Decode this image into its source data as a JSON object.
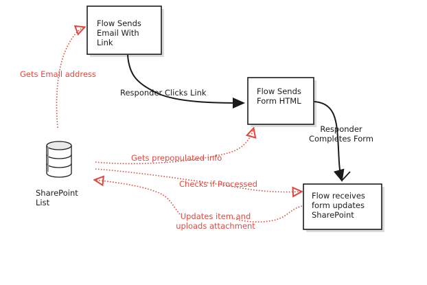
{
  "colors": {
    "ink": "#1a1a1a",
    "accent_red": "#e0493e",
    "box_shadow": "#bdbdbd"
  },
  "nodes": {
    "email_box": {
      "label": "Flow Sends\nEmail With\nLink"
    },
    "html_box": {
      "label": "Flow Sends\nForm HTML"
    },
    "receive_box": {
      "label": "Flow receives\nform updates\nSharePoint"
    },
    "sharepoint": {
      "label": "SharePoint\nList",
      "icon": "database-icon"
    }
  },
  "edges": {
    "gets_email": "Gets Email address",
    "responder_clicks": "Responder Clicks Link",
    "responder_completes": "Responder\nCompletes Form",
    "gets_prepopulated": "Gets prepopulated info",
    "checks_processed": "Checks if Processed",
    "updates_item": "Updates item and\nuploads attachment"
  }
}
